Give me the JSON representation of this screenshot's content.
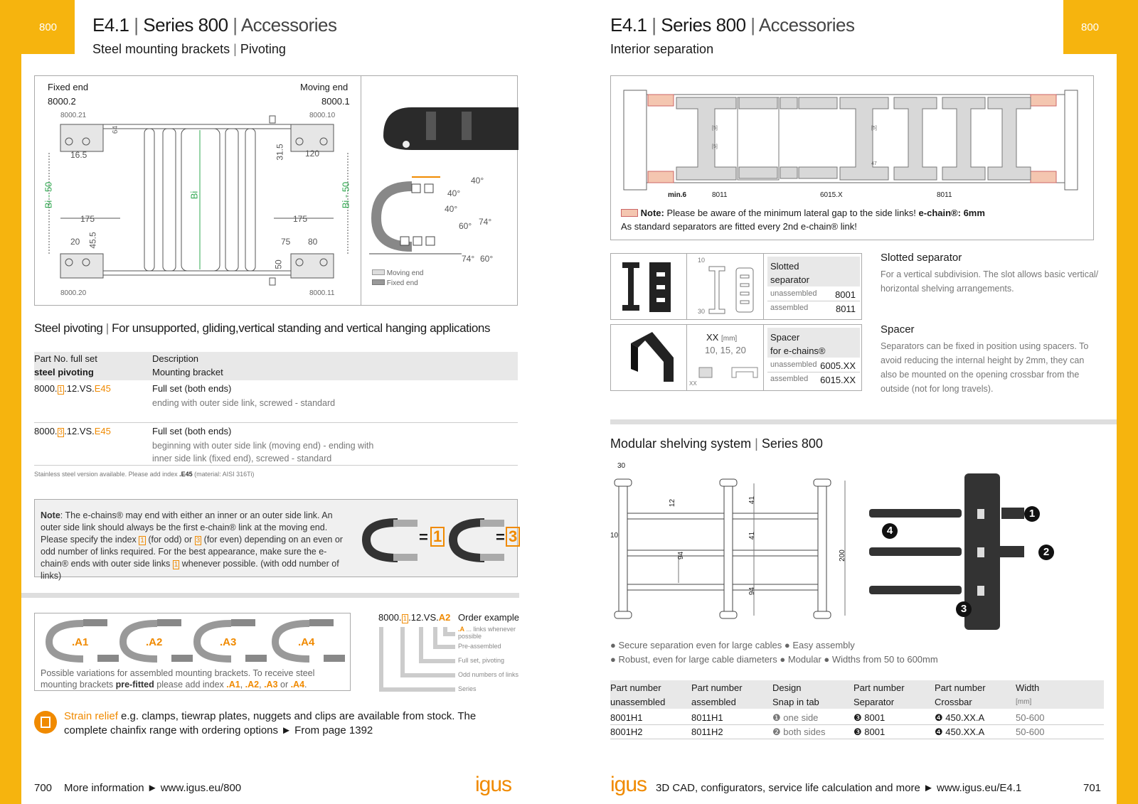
{
  "left": {
    "section": "800",
    "title_a": "E4.1",
    "title_b": "Series 800",
    "title_c": "Accessories",
    "subtitle_a": "Steel mounting brackets",
    "subtitle_b": "Pivoting",
    "drawing": {
      "fixed_end": "Fixed end",
      "fixed_no": "8000.2",
      "moving_end": "Moving end",
      "moving_no": "8000.1",
      "p21": "8000.21",
      "p10": "8000.10",
      "p20": "8000.20",
      "p11": "8000.11",
      "d64": "64",
      "d165": "16.5",
      "d315": "31.5",
      "d120": "120",
      "d175a": "175",
      "d175b": "175",
      "d20": "20",
      "d455": "45.5",
      "d75": "75",
      "d80": "80",
      "d50": "50",
      "bi50a": "Bi - 50",
      "bi": "Bi",
      "bi50b": "Bi - 50",
      "a40a": "40°",
      "a40b": "40°",
      "a40c": "40°",
      "a60a": "60°",
      "a74a": "74°",
      "a74b": "74°",
      "a60b": "60°",
      "legend_moving": "Moving end",
      "legend_fixed": "Fixed end"
    },
    "heading_a": "Steel pivoting",
    "heading_b": "For unsupported, gliding,vertical standing and vertical hanging applications",
    "table": {
      "h1a": "Part No. full set",
      "h1b": "steel pivoting",
      "h2a": "Description",
      "h2b": "Mounting bracket",
      "r1_pre": "8000.",
      "r1_idx": "1",
      "r1_mid": ".12.VS.",
      "r1_suf": "E45",
      "r1_d1": "Full set (both ends)",
      "r1_d2": "ending with outer side link, screwed - standard",
      "r2_pre": "8000.",
      "r2_idx": "3",
      "r2_mid": ".12.VS.",
      "r2_suf": "E45",
      "r2_d1": "Full set (both ends)",
      "r2_d2": "beginning with outer side link (moving end) - ending with",
      "r2_d3": "inner side link (fixed end), screwed - standard"
    },
    "stainless_a": "Stainless steel version available. Please add index ",
    "stainless_b": ".E45",
    "stainless_c": " (material: AISI 316Ti)",
    "note": {
      "label": "Note",
      "t1": ": The e-chains® may end with either an inner or an outer side link. An outer side link should always be the first e-chain® link at the moving end. Please specify the index ",
      "i1": "1",
      "t2": " (for odd) or ",
      "i3": "3",
      "t3": " (for even) depending on an even or odd number of links required. For the best appearance, make sure the e-chain® ends with outer side links ",
      "i1b": "1",
      "t4": " whenever possible. (with odd number of links)",
      "eq1": "=",
      "n1": "1",
      "eq3": "=",
      "n3": "3"
    },
    "variants": {
      "a1": ".A1",
      "a2": ".A2",
      "a3": ".A3",
      "a4": ".A4",
      "text_a": "Possible variations for assembled mounting brackets. To receive steel mounting brackets ",
      "text_b": "pre-fitted",
      "text_c": " please add index ",
      "v1": ".A1",
      "c1": ", ",
      ".v2": "",
      "v2": ".A2",
      "c2": ", ",
      "v3": ".A3",
      "c3": " or ",
      "v4": ".A4",
      "end": "."
    },
    "order": {
      "pre": "8000.",
      "idx": "1",
      "mid": ".12.VS.",
      "suf": "A2",
      "title": "Order example",
      "l1a": ".A",
      "l1b": " ... links whenever possible",
      "l2": "Pre-assembled",
      "l3": "Full set, pivoting",
      "l4": "Odd numbers of links",
      "l5": "Series"
    },
    "strain_a": "Strain relief",
    "strain_b": " e.g. clamps, tiewrap plates, nuggets and clips are available from stock. The complete chainfix range with ordering options ► From page 1392",
    "page": "700",
    "more": "More information ► www.igus.eu/800",
    "logo": "igus"
  },
  "right": {
    "section": "800",
    "title_a": "E4.1",
    "title_b": "Series 800",
    "title_c": "Accessories",
    "subtitle": "Interior separation",
    "drawing": {
      "s1": "[5]",
      "s2": "[5]",
      "s3": "[5]",
      "s4": "47",
      "min6": "min.6",
      "p8011a": "8011",
      "p6015": "6015.X",
      "p8011b": "8011"
    },
    "note_label": "Note:",
    "note_text": " Please be aware of the minimum lateral gap to the side links! ",
    "note_b": "e-chain®: 6mm",
    "note2": "As standard separators are fitted every 2nd e-chain® link!",
    "slot": {
      "d10": "10",
      "d30": "30",
      "name1": "Slotted",
      "name2": "separator",
      "u": "unassembled",
      "uv": "8001",
      "a": "assembled",
      "av": "8011"
    },
    "spacer": {
      "xx": "XX",
      "mm": "[mm]",
      "vals": "10, 15, 20",
      "xxs": "XX",
      "name1": "Spacer",
      "name2": "for e-chains®",
      "u": "unassembled",
      "uv": "6005.XX",
      "a": "assembled",
      "av": "6015.XX"
    },
    "slot_title": "Slotted separator",
    "slot_desc": "For a vertical subdivision. The slot allows basic vertical/ horizontal shelving arrangements.",
    "spacer_title": "Spacer",
    "spacer_desc": "Separators can be fixed in position using spacers. To avoid reducing the internal height by 2mm, they can also be mounted on the opening crossbar from the outside (not for long travels).",
    "mod_a": "Modular shelving system",
    "mod_b": "Series 800",
    "moddim": {
      "d30": "30",
      "d12": "12",
      "d41a": "41",
      "d41b": "41",
      "d10": "10",
      "d94a": "94",
      "d94b": "94",
      "d200": "200"
    },
    "nums": {
      "n1": "1",
      "n2": "2",
      "n3": "3",
      "n4": "4"
    },
    "bul1": "● Secure separation even for large cables ● Easy assembly",
    "bul2": "● Robust, even for large cable diameters ● Modular ● Widths from 50 to 600mm",
    "tbl": {
      "h": [
        [
          "Part number",
          "unassembled"
        ],
        [
          "Part number",
          "assembled"
        ],
        [
          "Design",
          "Snap in tab"
        ],
        [
          "Part number",
          "Separator"
        ],
        [
          "Part number",
          "Crossbar"
        ],
        [
          "Width",
          "[mm]"
        ]
      ],
      "rows": [
        [
          "8001H1",
          "8011H1",
          "❶ one side",
          "❸ 8001",
          "❹ 450.XX.A",
          "50-600"
        ],
        [
          "8001H2",
          "8011H2",
          "❷ both sides",
          "❸ 8001",
          "❹ 450.XX.A",
          "50-600"
        ]
      ]
    },
    "logo": "igus",
    "footer": "3D CAD, configurators, service life calculation and more ► www.igus.eu/E4.1",
    "page": "701"
  }
}
